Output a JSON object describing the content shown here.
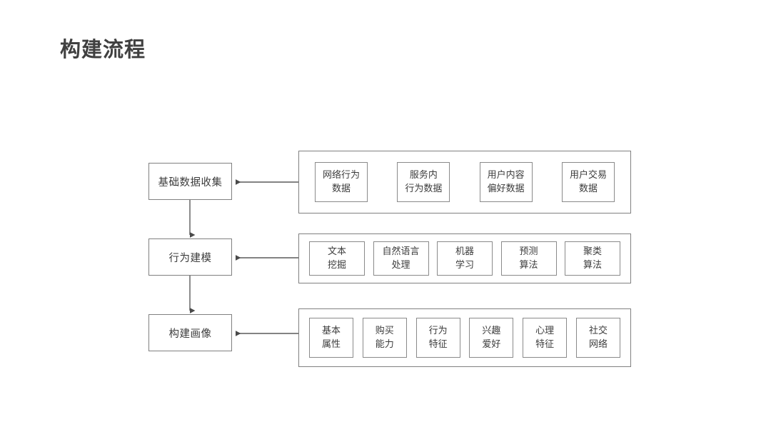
{
  "page": {
    "title": "构建流程",
    "background_color": "#ffffff",
    "title_color": "#404040",
    "border_color": "#808080",
    "text_color": "#3c3c3c"
  },
  "diagram": {
    "type": "flowchart",
    "rows": [
      {
        "stage_label": "基础数据收集",
        "items": [
          {
            "line1": "网络行为",
            "line2": "数据"
          },
          {
            "line1": "服务内",
            "line2": "行为数据"
          },
          {
            "line1": "用户内容",
            "line2": "偏好数据"
          },
          {
            "line1": "用户交易",
            "line2": "数据"
          }
        ]
      },
      {
        "stage_label": "行为建模",
        "items": [
          {
            "line1": "文本",
            "line2": "挖掘"
          },
          {
            "line1": "自然语言",
            "line2": "处理"
          },
          {
            "line1": "机器",
            "line2": "学习"
          },
          {
            "line1": "预测",
            "line2": "算法"
          },
          {
            "line1": "聚类",
            "line2": "算法"
          }
        ]
      },
      {
        "stage_label": "构建画像",
        "items": [
          {
            "line1": "基本",
            "line2": "属性"
          },
          {
            "line1": "购买",
            "line2": "能力"
          },
          {
            "line1": "行为",
            "line2": "特征"
          },
          {
            "line1": "兴趣",
            "line2": "爱好"
          },
          {
            "line1": "心理",
            "line2": "特征"
          },
          {
            "line1": "社交",
            "line2": "网络"
          }
        ]
      }
    ]
  }
}
